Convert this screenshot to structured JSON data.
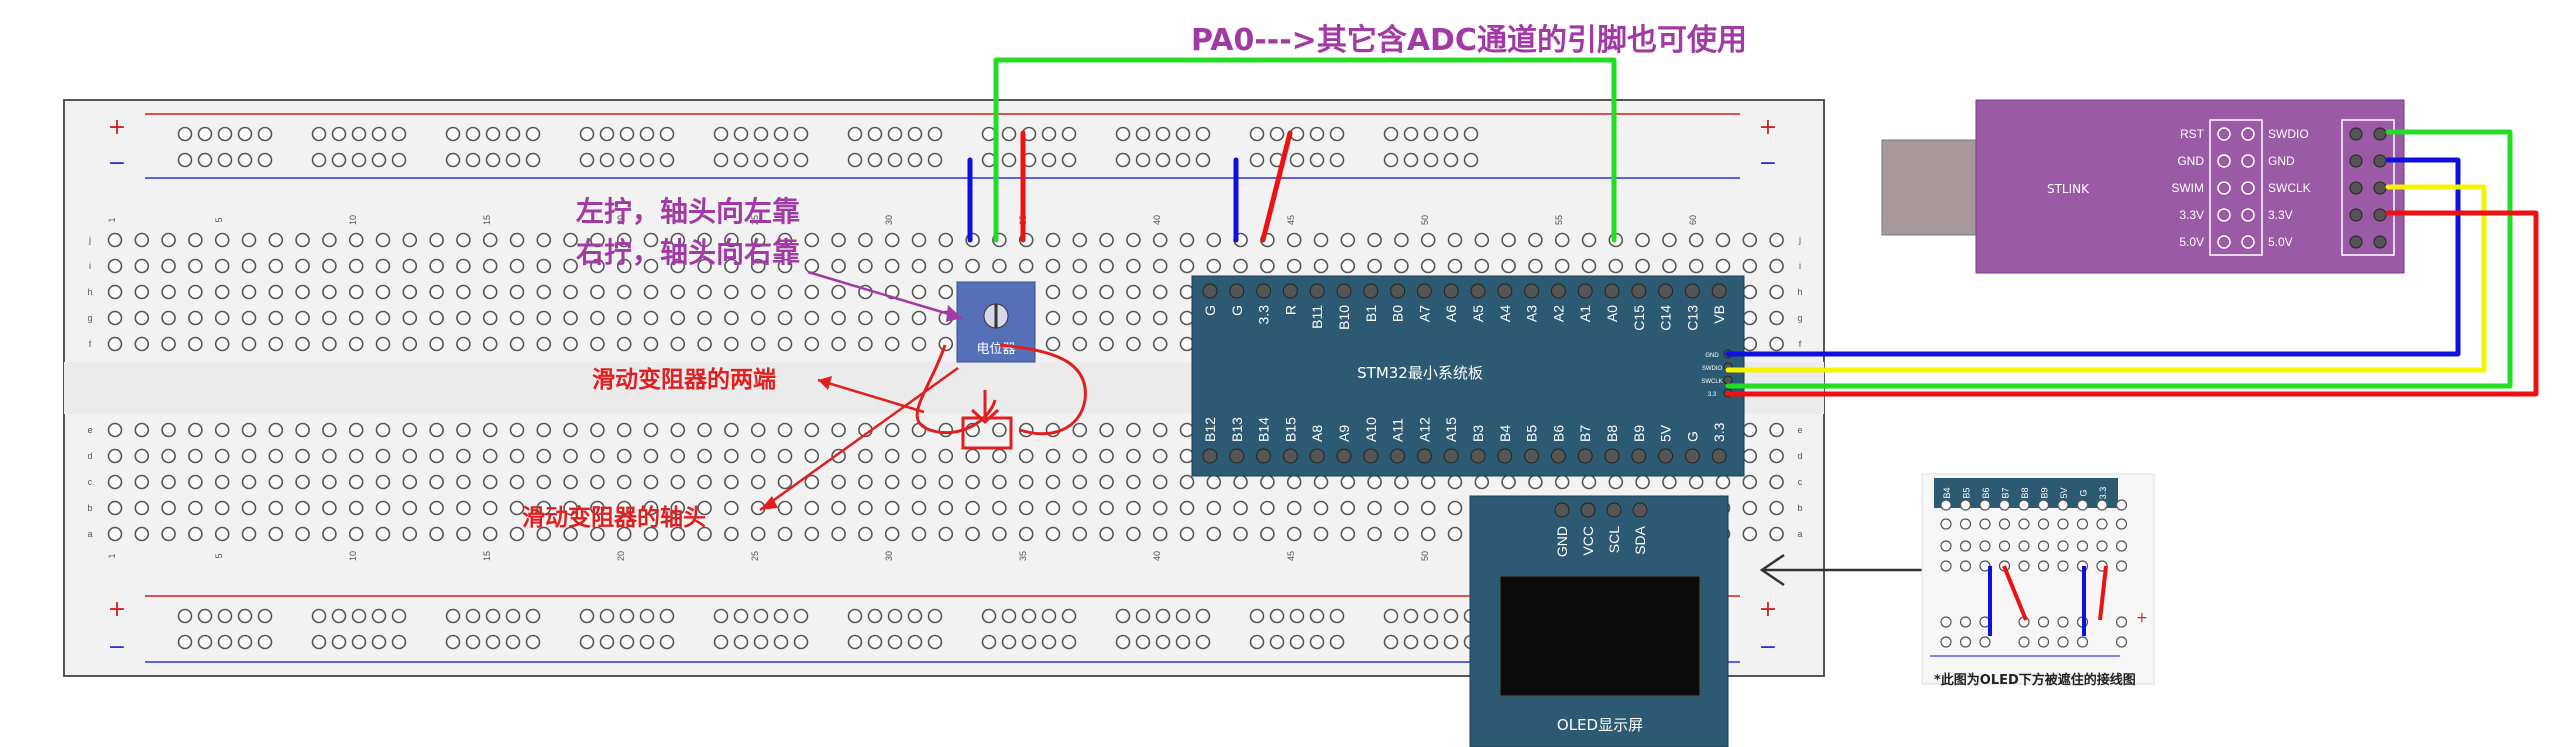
{
  "title": "PA0--->其它含ADC通道的引脚也可使用",
  "annotations": {
    "knob_note_1": "左拧，轴头向左靠",
    "knob_note_2": "右拧，轴头向右靠",
    "ends_label": "滑动变阻器的两端",
    "wiper_label": "滑动变阻器的轴头",
    "inset_caption": "*此图为OLED下方被遮住的接线图"
  },
  "potentiometer": {
    "label": "电位器"
  },
  "stm32": {
    "name": "STM32最小系统板",
    "top_pins": [
      "G",
      "G",
      "3.3",
      "R",
      "B11",
      "B10",
      "B1",
      "B0",
      "A7",
      "A6",
      "A5",
      "A4",
      "A3",
      "A2",
      "A1",
      "A0",
      "C15",
      "C14",
      "C13",
      "VB"
    ],
    "bottom_pins": [
      "B12",
      "B13",
      "B14",
      "B15",
      "A8",
      "A9",
      "A10",
      "A11",
      "A12",
      "A15",
      "B3",
      "B4",
      "B5",
      "B6",
      "B7",
      "B8",
      "B9",
      "5V",
      "G",
      "3.3"
    ],
    "side_pins": [
      "GND",
      "SWDIO",
      "SWCLK",
      "3.3"
    ]
  },
  "stlink": {
    "name": "STLINK",
    "left_pins": [
      "RST",
      "GND",
      "SWIM",
      "3.3V",
      "5.0V"
    ],
    "right_pins": [
      "SWDIO",
      "GND",
      "SWCLK",
      "3.3V",
      "5.0V"
    ]
  },
  "oled": {
    "name": "OLED显示屏",
    "pins": [
      "GND",
      "VCC",
      "SCL",
      "SDA"
    ]
  },
  "inset": {
    "pins": [
      "B4",
      "B5",
      "B6",
      "B7",
      "B8",
      "B9",
      "5V",
      "G",
      "3.3"
    ]
  },
  "breadboard": {
    "column_numbers": [
      "1",
      "5",
      "10",
      "15",
      "20",
      "25",
      "30",
      "35",
      "40",
      "45",
      "50",
      "55",
      "60"
    ],
    "row_letters_top": [
      "j",
      "i",
      "h",
      "g",
      "f"
    ],
    "row_letters_bottom": [
      "e",
      "d",
      "c",
      "b",
      "a"
    ],
    "rail_plus": "+",
    "rail_minus": "−"
  },
  "colors": {
    "green_wire": "#22dd22",
    "blue_wire": "#1010dd",
    "red_wire": "#ee1111",
    "yellow_wire": "#f4f400",
    "stm32_board": "#2c5a73",
    "stlink_board": "#9a5aa6",
    "oled_board": "#2c5a73",
    "title_color": "#a23aa5",
    "annotation_red": "#e02020"
  }
}
